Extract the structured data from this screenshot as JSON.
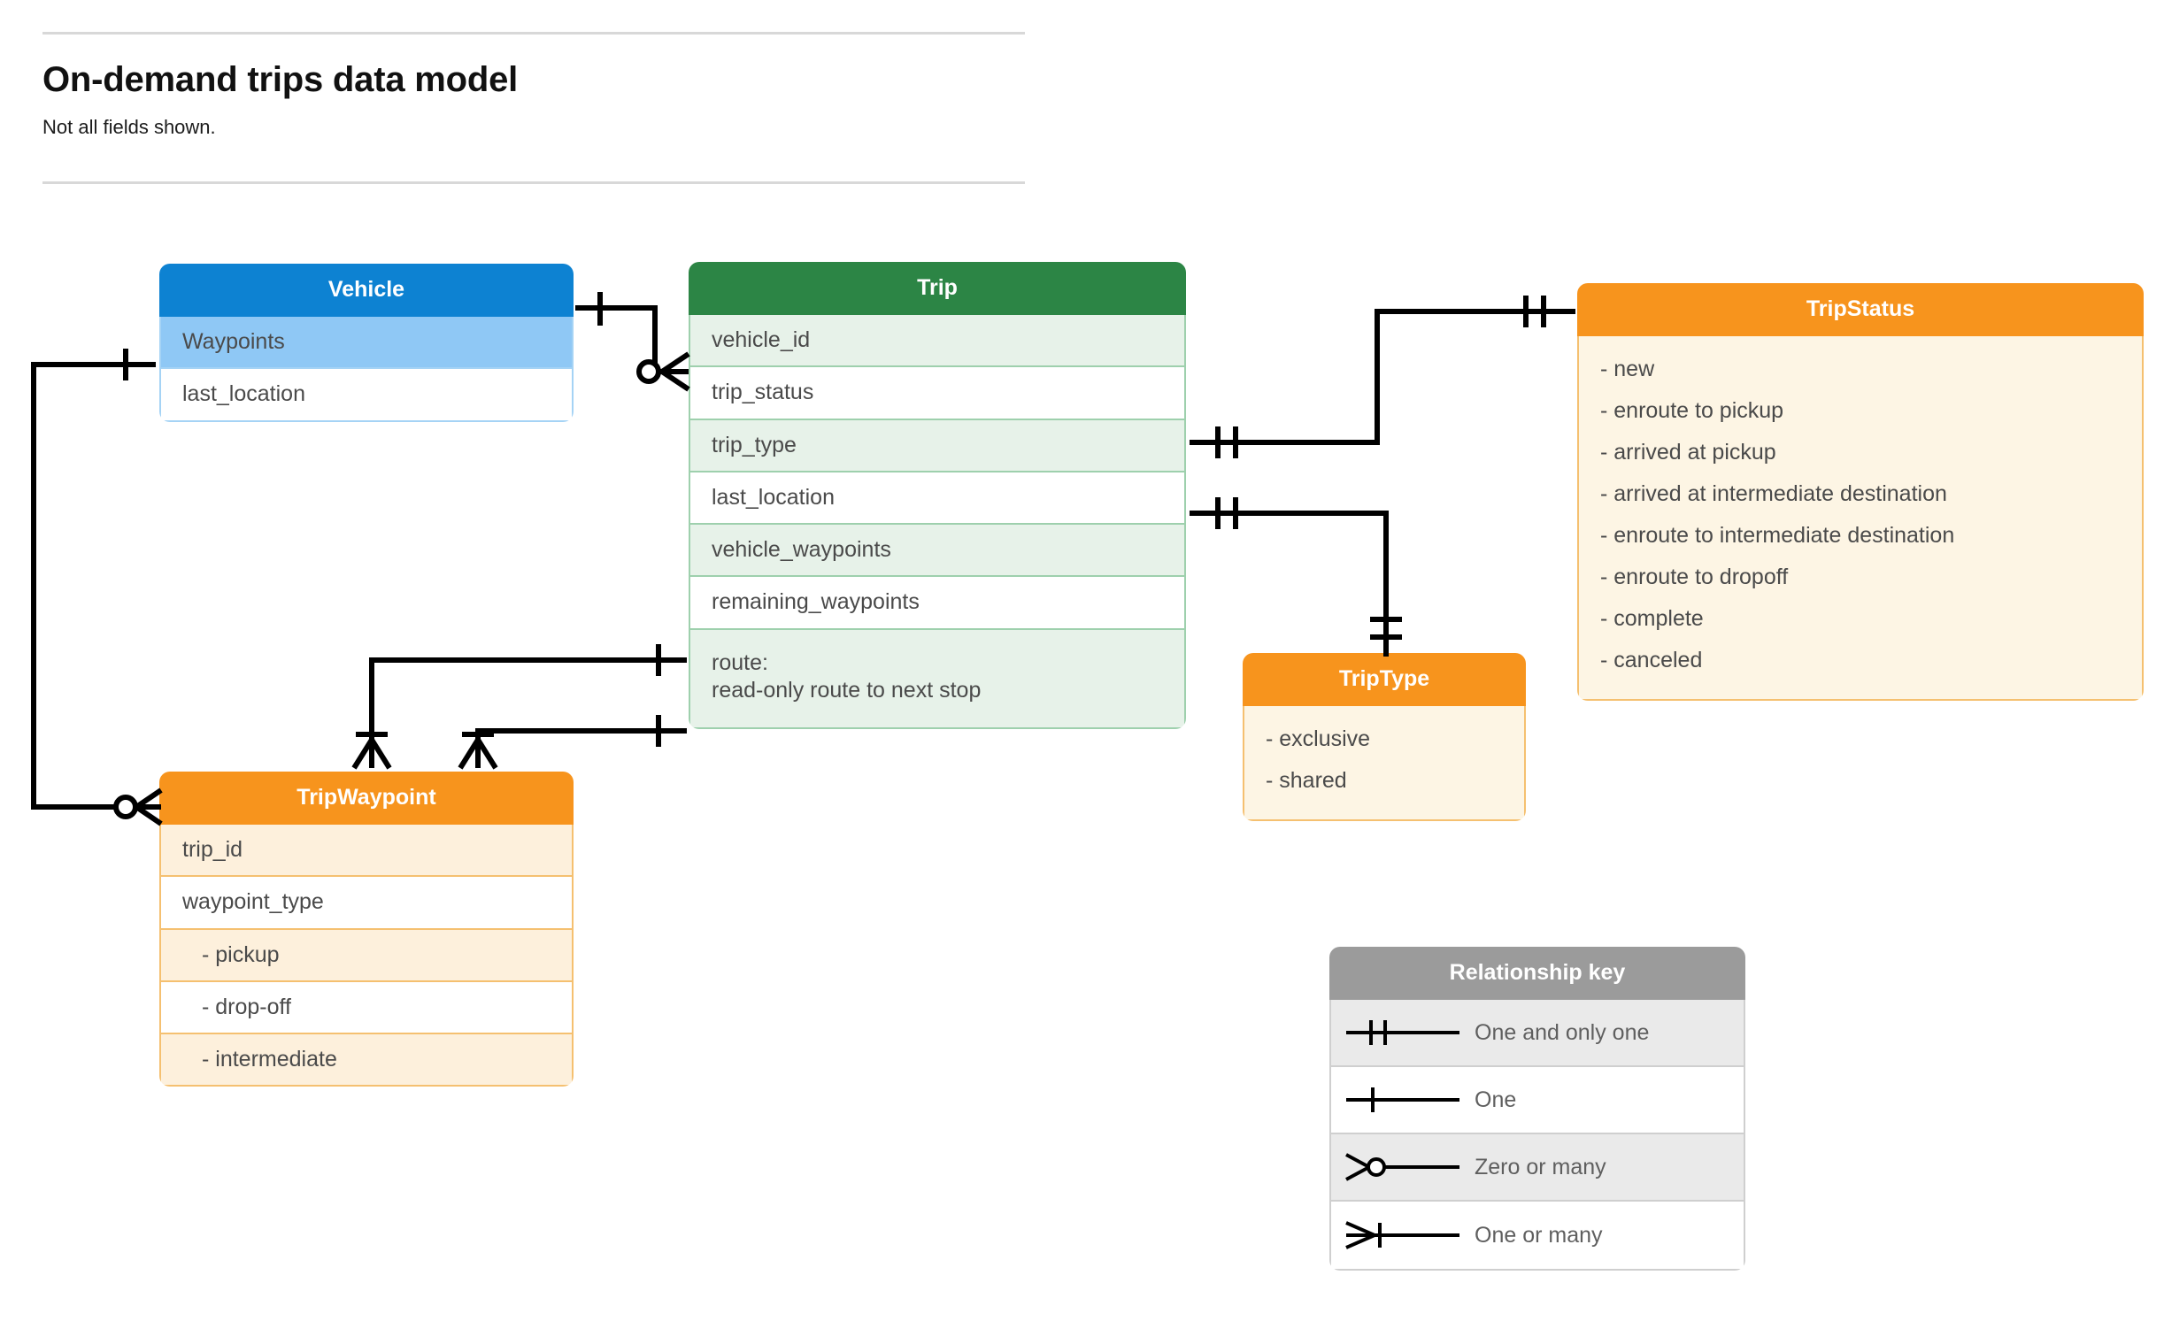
{
  "header": {
    "title": "On-demand trips data model",
    "subtitle": "Not all fields shown."
  },
  "colors": {
    "vehicle_header": "#0d82d2",
    "vehicle_highlight": "#8fc8f5",
    "vehicle_border": "#a5d3f5",
    "trip_header": "#2c8545",
    "trip_row_alt": "#e7f2e9",
    "trip_border": "#9ed0ad",
    "orange_header": "#f7941d",
    "orange_body": "#fdf5e4",
    "orange_row_alt": "#fdf0dc",
    "orange_border": "#f5c070",
    "legend_header": "#9b9b9b",
    "legend_row_alt": "#eaeaea",
    "connector": "#000000",
    "rule": "#d8d8d8"
  },
  "entities": {
    "vehicle": {
      "title": "Vehicle",
      "rows": [
        {
          "label": "Waypoints",
          "highlight": true
        },
        {
          "label": "last_location",
          "highlight": false
        }
      ]
    },
    "trip": {
      "title": "Trip",
      "rows": [
        {
          "label": "vehicle_id"
        },
        {
          "label": "trip_status"
        },
        {
          "label": "trip_type"
        },
        {
          "label": "last_location"
        },
        {
          "label": "vehicle_waypoints"
        },
        {
          "label": "remaining_waypoints"
        },
        {
          "label": "route:\nread-only route to next stop"
        }
      ]
    },
    "trip_status": {
      "title": "TripStatus",
      "values": [
        "- new",
        "- enroute to pickup",
        "- arrived at pickup",
        "- arrived at intermediate destination",
        "- enroute to intermediate destination",
        "- enroute to dropoff",
        "- complete",
        "- canceled"
      ]
    },
    "trip_type": {
      "title": "TripType",
      "values": [
        "- exclusive",
        "- shared"
      ]
    },
    "trip_waypoint": {
      "title": "TripWaypoint",
      "rows": [
        {
          "label": "trip_id",
          "indent": false
        },
        {
          "label": "waypoint_type",
          "indent": false
        },
        {
          "label": "-  pickup",
          "indent": true
        },
        {
          "label": "-  drop-off",
          "indent": true
        },
        {
          "label": "-  intermediate",
          "indent": true
        }
      ]
    }
  },
  "legend": {
    "title": "Relationship key",
    "items": [
      {
        "symbol": "one-and-only-one-icon",
        "label": "One and only one"
      },
      {
        "symbol": "one-icon",
        "label": "One"
      },
      {
        "symbol": "zero-or-many-icon",
        "label": "Zero or many"
      },
      {
        "symbol": "one-or-many-icon",
        "label": "One or many"
      }
    ]
  },
  "relationships": [
    {
      "from": "Vehicle",
      "to": "Trip.vehicle_id",
      "from_cardinality": "One",
      "to_cardinality": "Zero or many"
    },
    {
      "from": "Vehicle.Waypoints",
      "to": "TripWaypoint",
      "from_cardinality": "One",
      "to_cardinality": "Zero or many"
    },
    {
      "from": "Trip.trip_status",
      "to": "TripStatus",
      "from_cardinality": "One and only one",
      "to_cardinality": "One and only one"
    },
    {
      "from": "Trip.trip_type",
      "to": "TripType",
      "from_cardinality": "One and only one",
      "to_cardinality": "One and only one"
    },
    {
      "from": "Trip.vehicle_waypoints",
      "to": "TripWaypoint",
      "from_cardinality": "One",
      "to_cardinality": "One or many"
    },
    {
      "from": "Trip.remaining_waypoints",
      "to": "TripWaypoint",
      "from_cardinality": "One",
      "to_cardinality": "One or many"
    }
  ]
}
